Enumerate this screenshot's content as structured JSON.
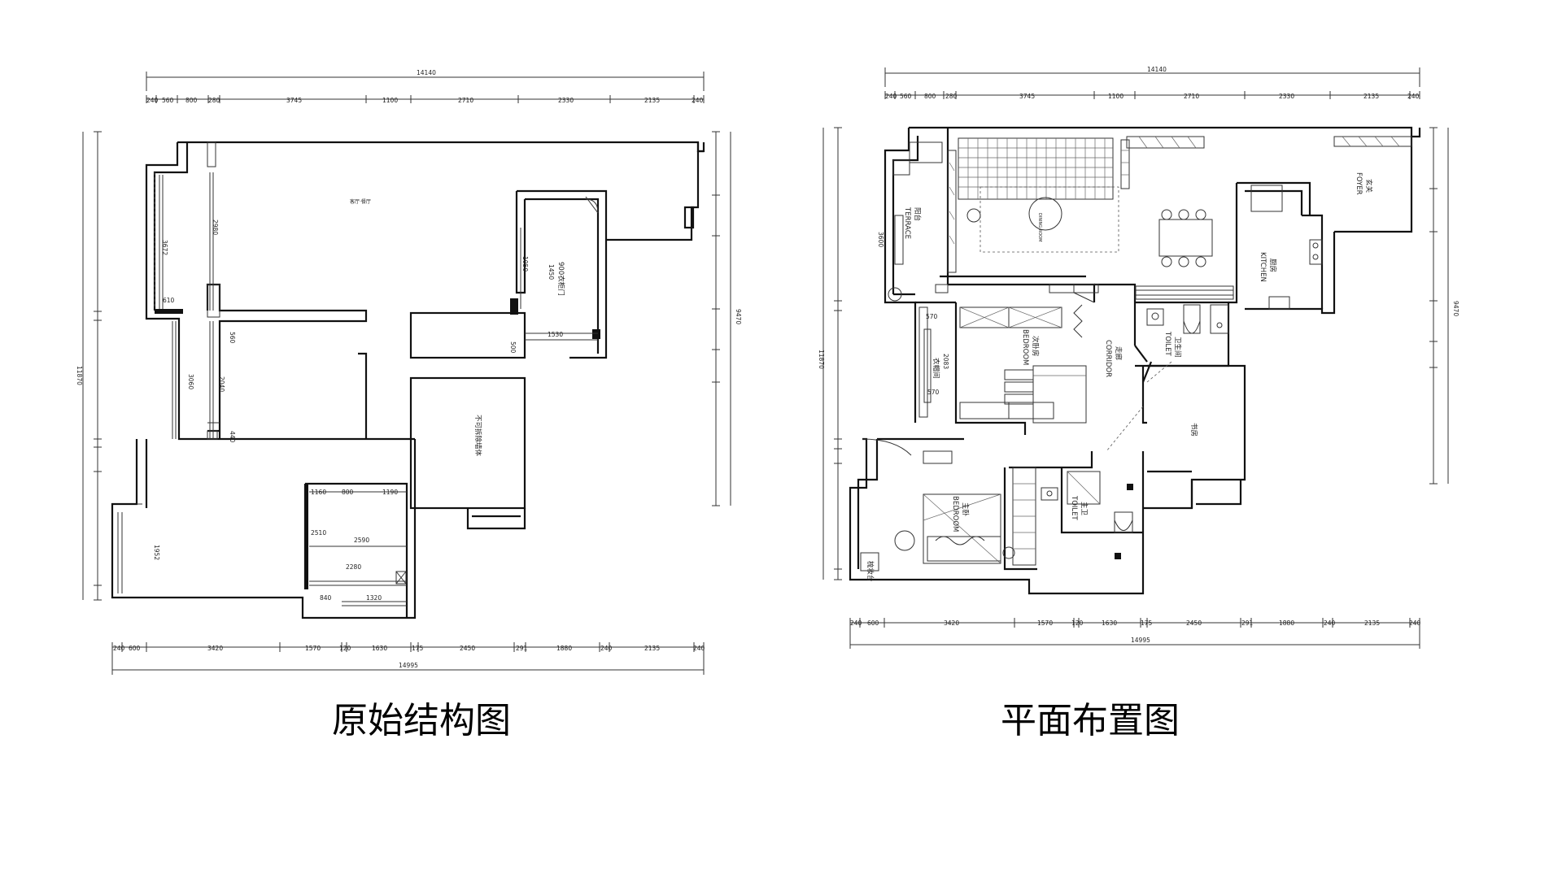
{
  "left_plan": {
    "top_total": "14140",
    "top_segments": [
      "240",
      "560",
      "800",
      "280",
      "3745",
      "1100",
      "2710",
      "2330",
      "2135",
      "240"
    ],
    "bottom_total": "14995",
    "bottom_segments": [
      "240",
      "600",
      "3420",
      "1570",
      "120",
      "1630",
      "175",
      "2450",
      "291",
      "1880",
      "240",
      "2135",
      "240"
    ],
    "left_total": "11870",
    "right_total": "9470",
    "inner_labels": [
      "2980",
      "3672",
      "3060",
      "2040",
      "1952",
      "2510",
      "2590",
      "2280",
      "1160",
      "800",
      "1190",
      "840",
      "1320",
      "1530",
      "1450",
      "1050",
      "560",
      "440",
      "610",
      "500"
    ],
    "room_labels": [
      "客厅·餐厅",
      "900衣柜门",
      "不可拆除墙体"
    ]
  },
  "right_plan": {
    "top_total": "14140",
    "top_segments": [
      "240",
      "560",
      "800",
      "280",
      "3745",
      "1100",
      "2710",
      "2330",
      "2135",
      "240"
    ],
    "bottom_total": "14995",
    "bottom_segments": [
      "240",
      "600",
      "3420",
      "1570",
      "120",
      "1630",
      "175",
      "2450",
      "291",
      "1880",
      "240",
      "2135",
      "240"
    ],
    "left_total": "11870",
    "right_total": "9470",
    "rooms": {
      "terrace": "TERRACE",
      "terrace_cn": "阳台",
      "dining": "DINING ROOM",
      "kitchen": "KITCHEN",
      "kitchen_cn": "厨房",
      "foyer": "FOYER",
      "foyer_cn": "玄关",
      "bedroom2": "BEDROOM",
      "bedroom2_cn": "次卧房",
      "corridor": "CORRIDOR",
      "corridor_cn": "走廊",
      "toilet2": "TOILET",
      "toilet2_cn": "卫生间",
      "study": "书房",
      "master_bedroom": "BEDROOM",
      "master_bedroom_cn": "主卧",
      "master_toilet": "TOILET",
      "master_toilet_cn": "主卫",
      "closet": "衣帽间",
      "dressing": "梳妆台"
    },
    "inner_labels": [
      "570",
      "2083",
      "570",
      "3600"
    ]
  },
  "captions": {
    "left": "原始结构图",
    "right": "平面布置图"
  }
}
